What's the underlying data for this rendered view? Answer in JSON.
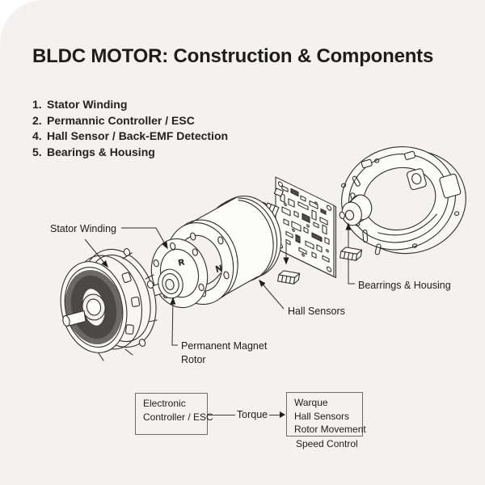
{
  "title": "BLDC MOTOR: Construction & Components",
  "parts_list": [
    {
      "num": "1.",
      "label": "Stator Winding"
    },
    {
      "num": "2.",
      "label": "Permannic Controller / ESC"
    },
    {
      "num": "4.",
      "label": "Hall Sensor / Back-EMF Detection"
    },
    {
      "num": "5.",
      "label": "Bearings & Housing"
    }
  ],
  "diagram_labels": {
    "stator_winding": "Stator Winding",
    "permanent_magnet_line1": "Permanent Magnet",
    "permanent_magnet_line2": "Rotor",
    "hall_sensors": "Hall Sensors",
    "bearings_housing": "Bearrings & Housing",
    "rotor_mark": "R",
    "can_mark": "N"
  },
  "flowchart": {
    "left_box_line1": "Electronic",
    "left_box_line2": "Controller / ESC",
    "connector_label": "Torque",
    "right_box_line1": "Warque",
    "right_box_line2": "Hall Sensors",
    "right_box_line3": "Rotor Movement",
    "caption": "Speed Control"
  },
  "colors": {
    "background": "#f3f2ef",
    "ink": "#1d1d1d",
    "line_art": "#2f2e2c"
  }
}
